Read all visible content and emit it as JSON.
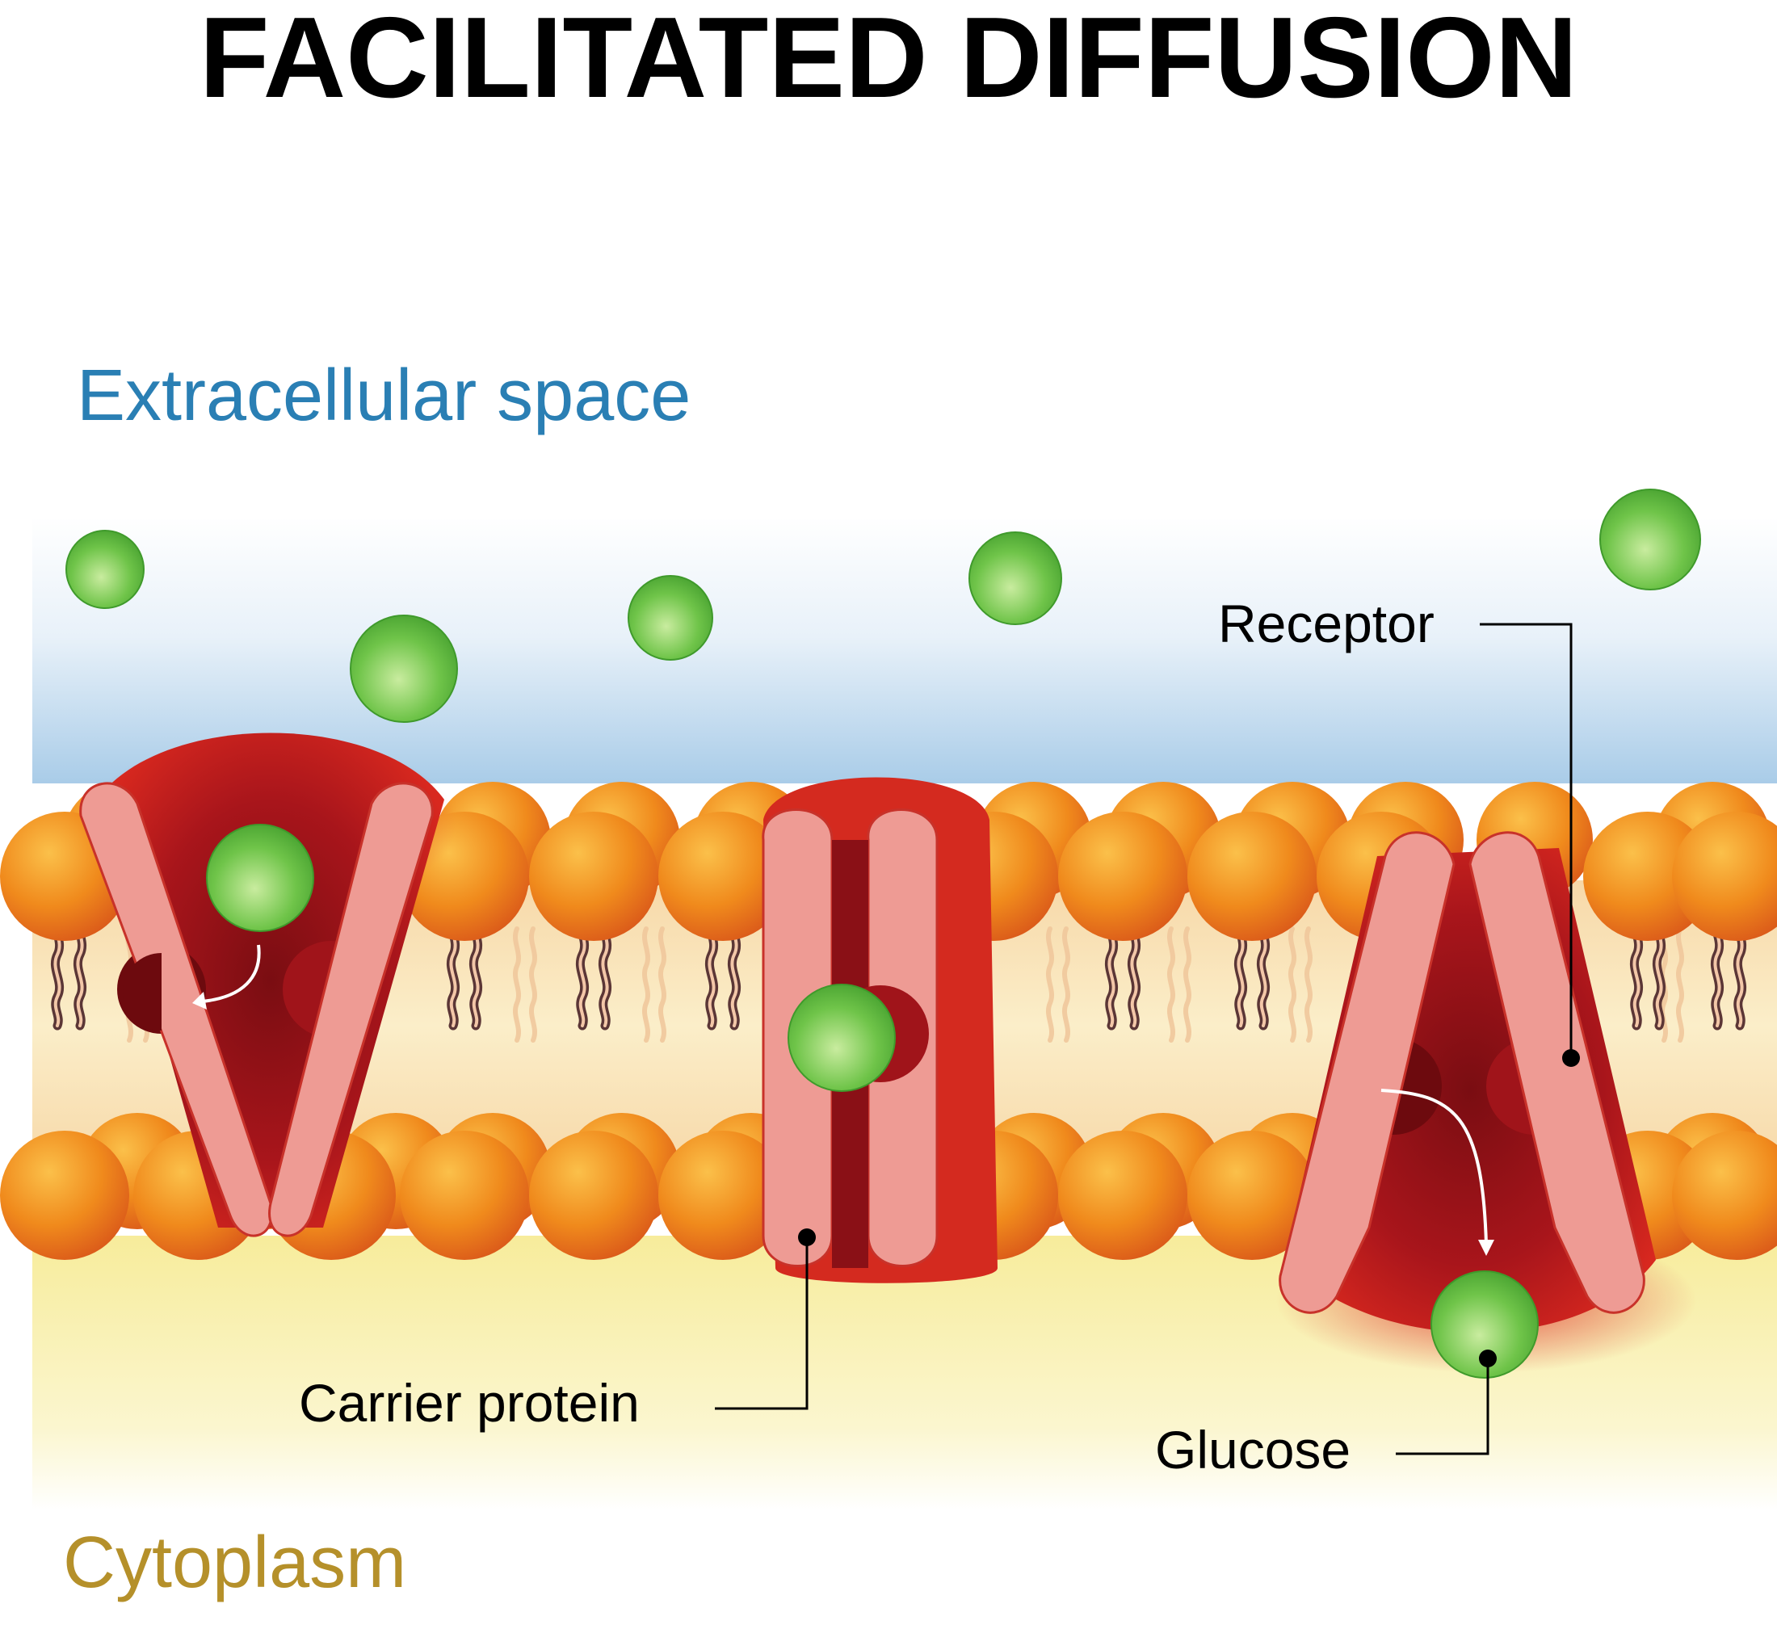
{
  "title": "FACILITATED DIFFUSION",
  "regions": {
    "extracellular": "Extracellular space",
    "cytoplasm": "Cytoplasm"
  },
  "labels": {
    "receptor": "Receptor",
    "carrier": "Carrier protein",
    "glucose": "Glucose"
  },
  "colors": {
    "title": "#000000",
    "extracellular_text": "#2a7fb4",
    "cytoplasm_text": "#b5902a",
    "phospholipid_head": "#f08a1c",
    "lipid_tail": "#5b3636",
    "protein_body": "#b5141a",
    "protein_light": "#ee9b94",
    "glucose": "#5dbb3a"
  }
}
